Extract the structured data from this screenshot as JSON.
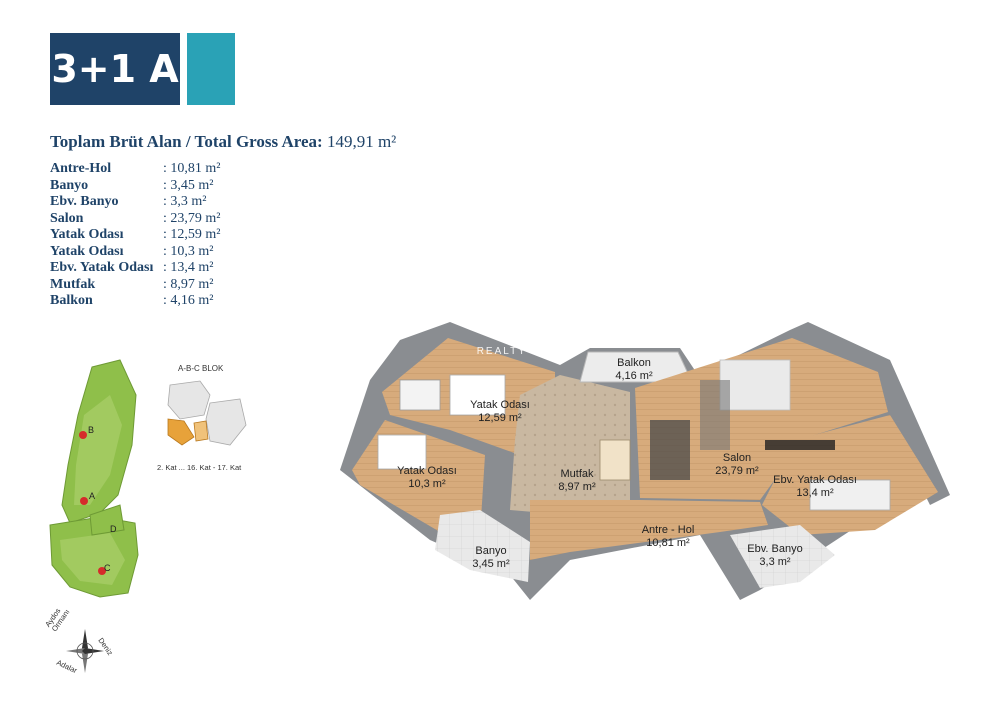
{
  "header": {
    "badge": "3+1 A"
  },
  "total": {
    "label": "Toplam Brüt Alan / Total Gross Area:",
    "value": "149,91 m²"
  },
  "areas": [
    {
      "name": "Antre-Hol",
      "value": ": 10,81 m²"
    },
    {
      "name": "Banyo",
      "value": ": 3,45 m²"
    },
    {
      "name": "Ebv. Banyo",
      "value": ": 3,3 m²"
    },
    {
      "name": "Salon",
      "value": ": 23,79 m²"
    },
    {
      "name": "Yatak Odası",
      "value": ": 12,59 m²"
    },
    {
      "name": "Yatak Odası",
      "value": ": 10,3 m²"
    },
    {
      "name": "Ebv. Yatak Odası",
      "value": ": 13,4 m²"
    },
    {
      "name": "Mutfak",
      "value": ": 8,97 m²"
    },
    {
      "name": "Balkon",
      "value": ": 4,16 m²"
    }
  ],
  "plan": {
    "rooms": {
      "balkon": {
        "name": "Balkon",
        "area": "4,16 m²"
      },
      "yatak1": {
        "name": "Yatak Odası",
        "area": "12,59 m²"
      },
      "yatak2": {
        "name": "Yatak Odası",
        "area": "10,3 m²"
      },
      "mutfak": {
        "name": "Mutfak",
        "area": "8,97 m²"
      },
      "salon": {
        "name": "Salon",
        "area": "23,79 m²"
      },
      "ebv_yatak": {
        "name": "Ebv. Yatak Odası",
        "area": "13,4 m²"
      },
      "antre": {
        "name": "Antre - Hol",
        "area": "10,81 m²"
      },
      "banyo": {
        "name": "Banyo",
        "area": "3,45 m²"
      },
      "ebv_banyo": {
        "name": "Ebv. Banyo",
        "area": "3,3 m²"
      }
    },
    "watermark": "REALTY EXPERT"
  },
  "site": {
    "blocks": [
      "B",
      "A",
      "D",
      "C"
    ]
  },
  "key_plan": {
    "title": "A-B-C BLOK",
    "floors": "2. Kat ... 16. Kat - 17. Kat"
  },
  "compass": {
    "north_label": "Aydos Ormanı",
    "east_label": "Deniz",
    "south_label": "Adalar"
  },
  "colors": {
    "navy": "#1f4368",
    "teal": "#2aa2b6",
    "wood": "#d7ab7c",
    "wall": "#8a8d91",
    "site_green": "#8fbf4a"
  }
}
